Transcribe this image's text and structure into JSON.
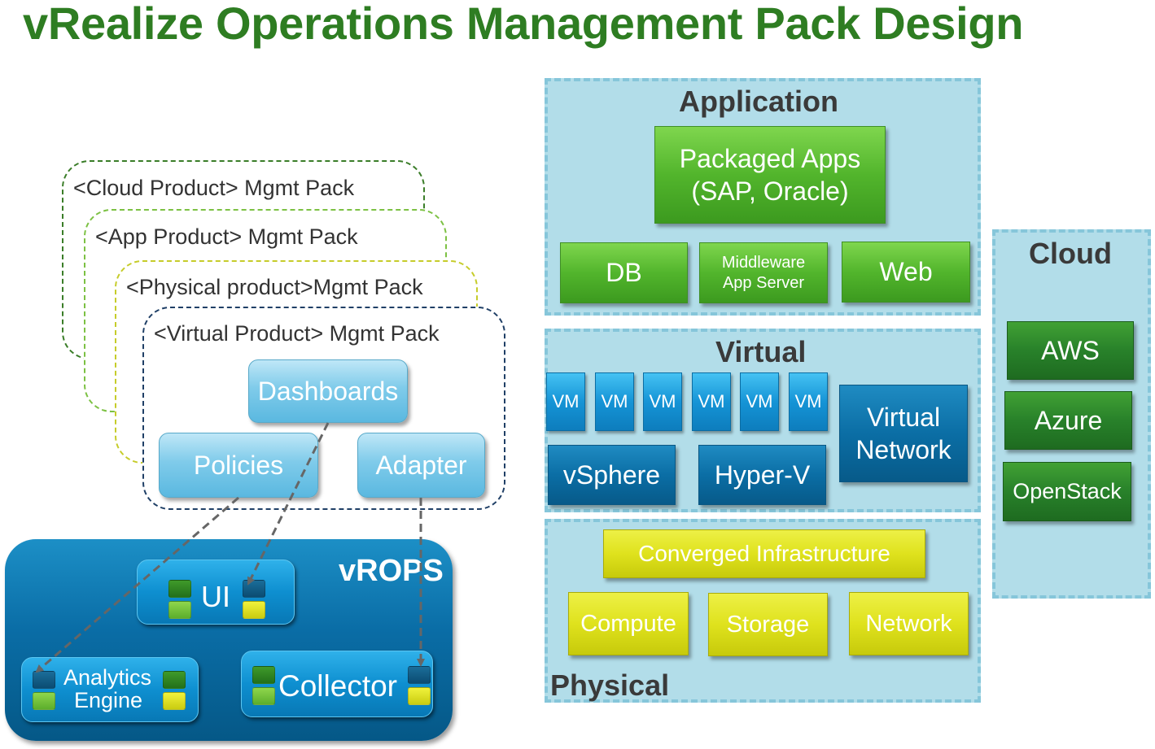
{
  "title": "vRealize Operations Management Pack Design",
  "packs": {
    "cloud": "<Cloud Product> Mgmt Pack",
    "app": "<App Product> Mgmt Pack",
    "physical": "<Physical product>Mgmt Pack",
    "virtual": "<Virtual Product> Mgmt Pack"
  },
  "pack_components": {
    "dashboards": "Dashboards",
    "policies": "Policies",
    "adapter": "Adapter"
  },
  "vrops": {
    "label": "vROPS",
    "ui": "UI",
    "analytics_line1": "Analytics",
    "analytics_line2": "Engine",
    "collector": "Collector"
  },
  "application": {
    "title": "Application",
    "packaged_line1": "Packaged Apps",
    "packaged_line2": "(SAP, Oracle)",
    "db": "DB",
    "middleware_line1": "Middleware",
    "middleware_line2": "App Server",
    "web": "Web"
  },
  "virtual": {
    "title": "Virtual",
    "vms": [
      "VM",
      "VM",
      "VM",
      "VM",
      "VM",
      "VM"
    ],
    "vsphere": "vSphere",
    "hyperv": "Hyper-V",
    "vnet_line1": "Virtual",
    "vnet_line2": "Network"
  },
  "physical": {
    "title": "Physical",
    "converged": "Converged Infrastructure",
    "compute": "Compute",
    "storage": "Storage",
    "network": "Network"
  },
  "cloud": {
    "title": "Cloud",
    "aws": "AWS",
    "azure": "Azure",
    "openstack": "OpenStack"
  },
  "colors": {
    "title_green": "#2e7d22",
    "pack_cloud_border": "#3a7d28",
    "pack_app_border": "#7cc143",
    "pack_physical_border": "#c6cc2a",
    "pack_virtual_border": "#1f3f66"
  }
}
